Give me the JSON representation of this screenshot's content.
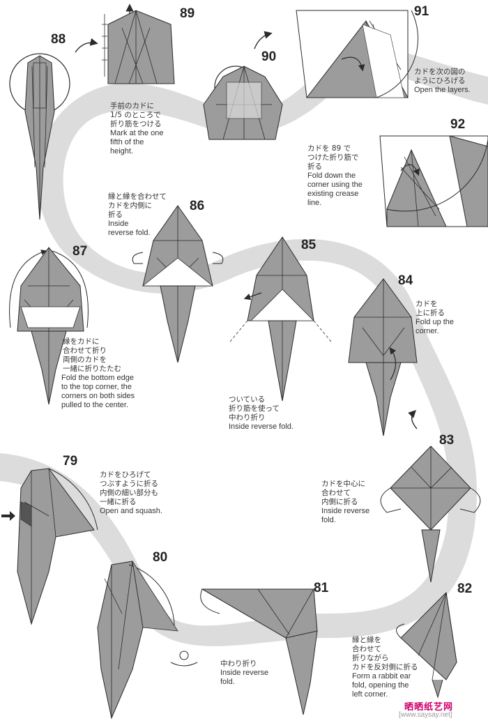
{
  "steps": {
    "s79": "79",
    "s80": "80",
    "s81": "81",
    "s82": "82",
    "s83": "83",
    "s84": "84",
    "s85": "85",
    "s86": "86",
    "s87": "87",
    "s88": "88",
    "s89": "89",
    "s90": "90",
    "s91": "91",
    "s92": "92"
  },
  "notes": {
    "n89": {
      "jp": [
        "手前のカドに",
        "1/5 のところで",
        "折り筋をつける"
      ],
      "en": [
        "Mark at the one",
        "fifth of the",
        "height."
      ]
    },
    "n91": {
      "jp": [
        "カドを次の図の",
        "ようにひろげる"
      ],
      "en": [
        "Open the layers."
      ]
    },
    "n92": {
      "jp": [
        "カドを 89 で",
        "つけた折り筋で",
        "折る"
      ],
      "en": [
        "Fold down the",
        "corner using the",
        "existing crease",
        "line."
      ]
    },
    "n86": {
      "jp": [
        "縁と縁を合わせて",
        "カドを内側に",
        "折る"
      ],
      "en": [
        "Inside",
        "reverse fold."
      ]
    },
    "n87": {
      "jp": [
        "縁をカドに",
        "合わせて折り",
        "両側のカドを",
        "一緒に折りたたむ"
      ],
      "en": [
        "Fold the bottom edge",
        "to the top corner, the",
        "corners on both sides",
        "pulled to the center."
      ]
    },
    "n85": {
      "jp": [
        "ついている",
        "折り筋を使って",
        "中わり折り"
      ],
      "en": [
        "Inside reverse fold."
      ]
    },
    "n84": {
      "jp": [
        "カドを",
        "上に折る"
      ],
      "en": [
        "Fold up the",
        "corner."
      ]
    },
    "n83": {
      "jp": [
        "カドを中心に",
        "合わせて",
        "内側に折る"
      ],
      "en": [
        "Inside reverse",
        "fold."
      ]
    },
    "n79": {
      "jp": [
        "カドをひろげて",
        "つぶすように折る",
        "内側の細い部分も",
        "一緒に折る"
      ],
      "en": [
        "Open and squash."
      ]
    },
    "n81": {
      "jp": [
        "中わり折り"
      ],
      "en": [
        "Inside reverse",
        "fold."
      ]
    },
    "n82": {
      "jp": [
        "縁と縁を",
        "合わせて",
        "折りながら",
        "カドを反対側に折る"
      ],
      "en": [
        "Form a rabbit ear",
        "fold, opening the",
        "left corner."
      ]
    }
  },
  "watermark": {
    "logo": "晒晒纸艺网",
    "url": "[www.saysay.net]"
  },
  "colors": {
    "paper": "#9c9c9c",
    "paper_light": "#dedede",
    "path": "#dcdcdc",
    "line": "#2a2a2a"
  }
}
